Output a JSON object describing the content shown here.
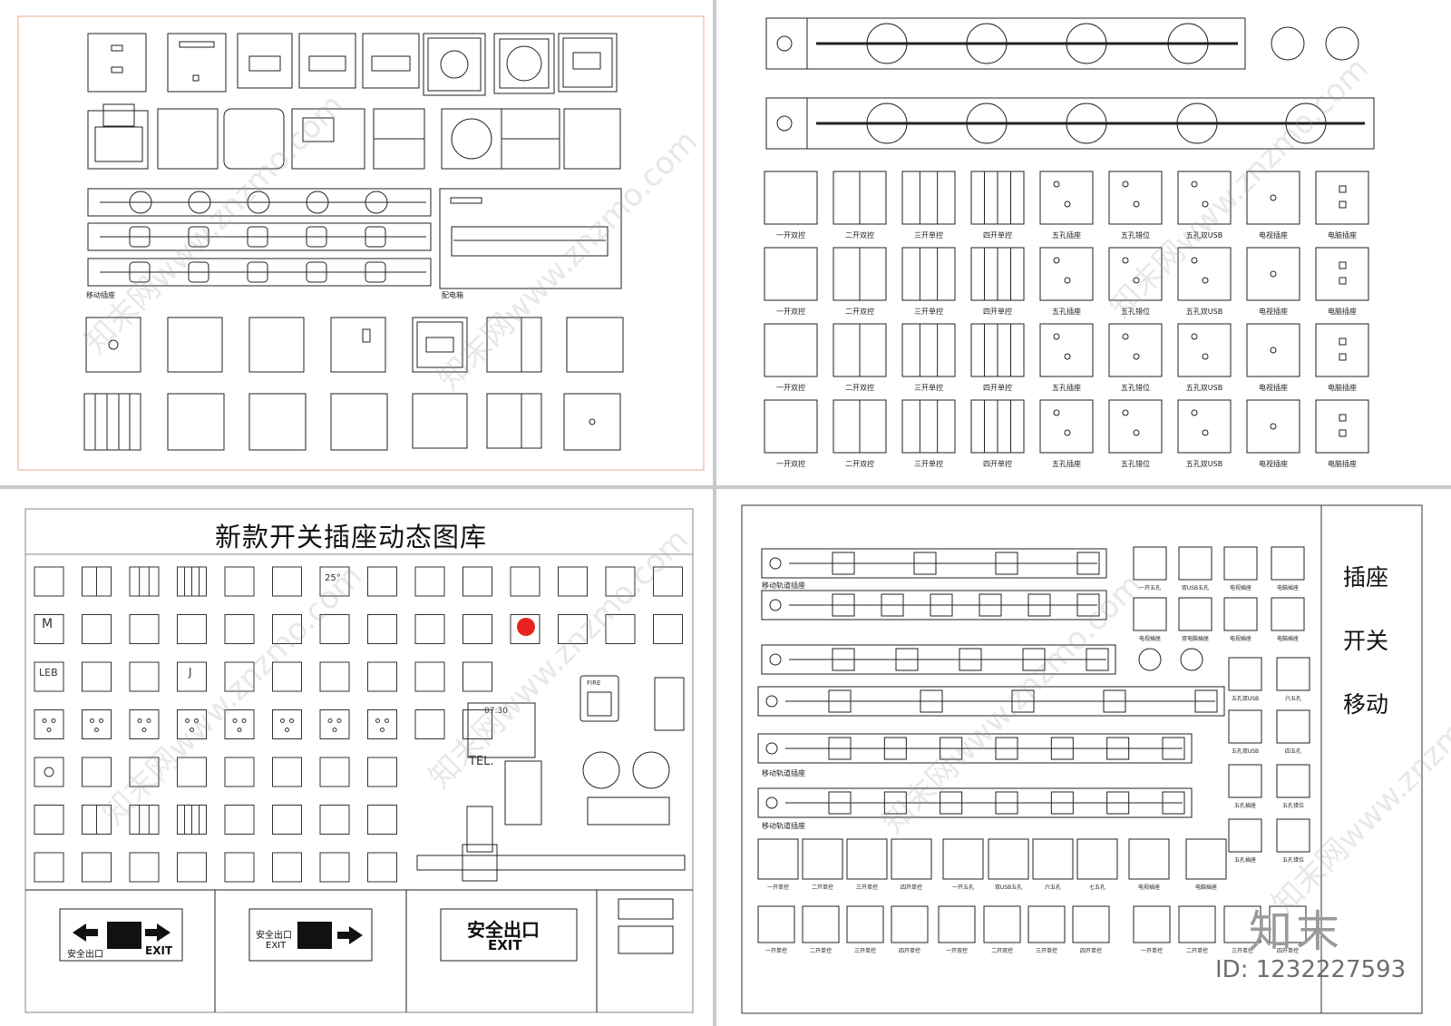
{
  "panels": {
    "top_left": {
      "labels": {
        "mobile_socket": "移动插座",
        "distribution_box": "配电箱"
      }
    },
    "top_right": {
      "grid_labels": [
        "一开双控",
        "二开双控",
        "三开单控",
        "四开单控",
        "五孔插座",
        "五孔错位",
        "五孔双USB",
        "电视插座",
        "电脑插座"
      ]
    },
    "bottom_left": {
      "title": "新款开关插座动态图库",
      "tile_texts": {
        "m": "M",
        "leb": "LEB",
        "j": "J",
        "temp": "25°",
        "tel": "TEL.",
        "clock": "07:30",
        "fire": "FIRE"
      },
      "exit_signs": [
        {
          "cn": "安全出口",
          "en": "EXIT"
        },
        {
          "cn": "安全出口",
          "en": "EXIT"
        },
        {
          "cn": "安全出口",
          "en": "EXIT"
        }
      ]
    },
    "bottom_right": {
      "side_labels": [
        "插座",
        "开关",
        "移动"
      ],
      "track_label": "移动轨道插座",
      "track_label_2": "移动轨道插座",
      "track_label_3": "移动轨道插座",
      "right_grid_labels": [
        [
          "一开五孔",
          "双USB五孔",
          "电视插座",
          "电脑插座"
        ],
        [
          "电视插座",
          "双电脑插座",
          "电视插座",
          "电脑插座"
        ],
        [
          "五孔双USB",
          "六五孔"
        ],
        [
          "五孔双USB",
          "四五孔"
        ],
        [
          "五孔插座",
          "五孔错位"
        ],
        [
          "五孔插座",
          "五孔错位"
        ]
      ],
      "bottom_row1_labels": [
        "一开单控",
        "二开单控",
        "三开单控",
        "四开单控",
        "一开五孔",
        "双USB五孔",
        "六五孔",
        "七五孔",
        "电视插座",
        "电脑插座"
      ],
      "bottom_row2_labels": [
        "一开单控",
        "二开单控",
        "三开单控",
        "四开单控",
        "一开双控",
        "二开双控",
        "三开单控",
        "四开单控",
        "一开单控",
        "二开单控",
        "三开单控",
        "四开单控"
      ]
    }
  },
  "footer": {
    "brand": "知末",
    "id_text": "ID: 1232227593"
  },
  "watermark": {
    "text": "知末网www.znzmo.com"
  }
}
